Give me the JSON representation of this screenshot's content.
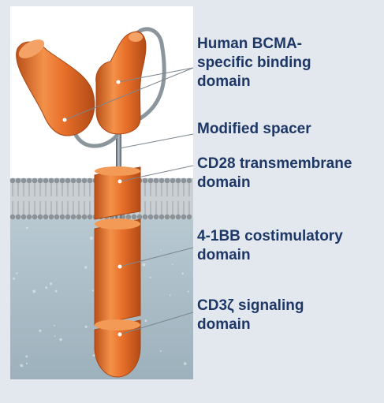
{
  "labels": [
    {
      "id": "binding-domain",
      "lines": [
        "Human BCMA-",
        "specific binding",
        "domain"
      ]
    },
    {
      "id": "spacer",
      "lines": [
        "Modified spacer"
      ]
    },
    {
      "id": "transmembrane-domain",
      "lines": [
        "CD28 transmembrane",
        "domain"
      ]
    },
    {
      "id": "costimulatory-domain",
      "lines": [
        "4-1BB costimulatory",
        "domain"
      ]
    },
    {
      "id": "signaling-domain",
      "lines": [
        "CD3ζ signaling",
        "domain"
      ]
    }
  ],
  "colors": {
    "label_text": "#1d3766",
    "domain_orange": "#e8702a",
    "domain_orange_dark": "#b9501a",
    "membrane": "#8c9398",
    "cytoplasm": "#a9bcc6",
    "extracellular": "#ffffff",
    "background": "#e3e8ee"
  }
}
